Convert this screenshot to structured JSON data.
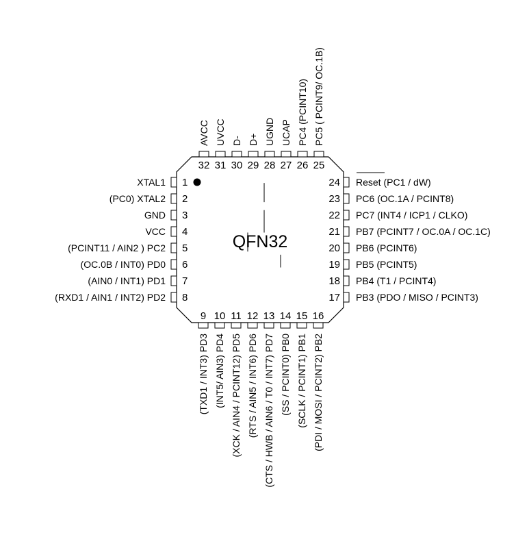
{
  "package": {
    "label": "QFN32"
  },
  "left_pins": [
    {
      "number": "1",
      "label": "XTAL1"
    },
    {
      "number": "2",
      "label": "(PC0) XTAL2"
    },
    {
      "number": "3",
      "label": "GND"
    },
    {
      "number": "4",
      "label": "VCC"
    },
    {
      "number": "5",
      "label": "(PCINT11 / AIN2 ) PC2"
    },
    {
      "number": "6",
      "label": "(OC.0B / INT0) PD0"
    },
    {
      "number": "7",
      "label": "(AIN0 / INT1) PD1"
    },
    {
      "number": "8",
      "label": "(RXD1 / AIN1 / INT2) PD2"
    }
  ],
  "bottom_pins": [
    {
      "number": "9",
      "label": "(TXD1 / INT3) PD3"
    },
    {
      "number": "10",
      "label": "(INT5/ AIN3) PD4"
    },
    {
      "number": "11",
      "label": "(XCK / AIN4 / PCINT12) PD5"
    },
    {
      "number": "12",
      "label": "(RTS / AIN5 / INT6) PD6"
    },
    {
      "number": "13",
      "label": "(CTS / HWB / AIN6 / T0 / INT7) PD7"
    },
    {
      "number": "14",
      "label": "(SS / PCINT0) PB0"
    },
    {
      "number": "15",
      "label": "(SCLK / PCINT1) PB1"
    },
    {
      "number": "16",
      "label": "(PDI / MOSI / PCINT2) PB2"
    }
  ],
  "right_pins": [
    {
      "number": "17",
      "label": "PB3 (PDO / MISO / PCINT3)"
    },
    {
      "number": "18",
      "label": "PB4 (T1 / PCINT4)"
    },
    {
      "number": "19",
      "label": "PB5 (PCINT5)"
    },
    {
      "number": "20",
      "label": "PB6 (PCINT6)"
    },
    {
      "number": "21",
      "label": "PB7 (PCINT7 / OC.0A / OC.1C)"
    },
    {
      "number": "22",
      "label": "PC7 (INT4 / ICP1 / CLKO)"
    },
    {
      "number": "23",
      "label": "PC6 (OC.1A / PCINT8)"
    },
    {
      "number": "24",
      "label": "Reset (PC1 / dW)"
    }
  ],
  "top_pins": [
    {
      "number": "25",
      "label": "PC5 ( PCINT9/ OC.1B)"
    },
    {
      "number": "26",
      "label": "PC4 (PCINT10)"
    },
    {
      "number": "27",
      "label": "UCAP"
    },
    {
      "number": "28",
      "label": "UGND"
    },
    {
      "number": "29",
      "label": "D+"
    },
    {
      "number": "30",
      "label": "D-"
    },
    {
      "number": "31",
      "label": "UVCC"
    },
    {
      "number": "32",
      "label": "AVCC"
    }
  ]
}
